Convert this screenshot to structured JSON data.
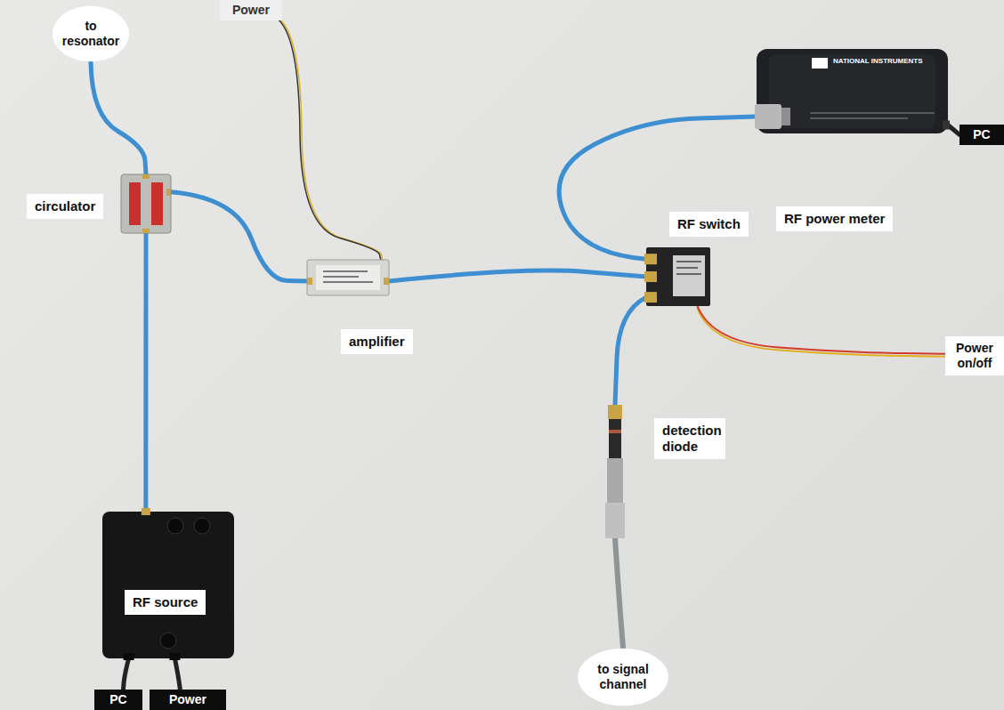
{
  "diagram": {
    "nodes": [
      {
        "text": [
          "to resonator"
        ]
      },
      {
        "text": [
          "Power"
        ]
      },
      {
        "text": [
          "circulator"
        ]
      },
      {
        "text": [
          "amplifier"
        ]
      },
      {
        "text": [
          "RF power meter"
        ]
      },
      {
        "text": [
          "PC"
        ]
      },
      {
        "text": [
          "RF switch"
        ]
      },
      {
        "text": [
          "Power on/off"
        ]
      },
      {
        "text": [
          "detection diode"
        ]
      },
      {
        "text": [
          "RF source"
        ]
      },
      {
        "text": [
          "to signal channel"
        ]
      },
      {
        "text": [
          "PC"
        ]
      },
      {
        "text": [
          "Power"
        ]
      }
    ],
    "edges": [
      {
        "from": 0,
        "to": 2,
        "arrow": "none"
      },
      {
        "from": 1,
        "to": 3,
        "arrow": "none"
      },
      {
        "from": 2,
        "to": 3,
        "arrow": "none"
      },
      {
        "from": 3,
        "to": 6,
        "arrow": "none"
      },
      {
        "from": 6,
        "to": 4,
        "arrow": "none"
      },
      {
        "from": 4,
        "to": 5,
        "arrow": "none"
      },
      {
        "from": 6,
        "to": 7,
        "arrow": "none"
      },
      {
        "from": 6,
        "to": 8,
        "arrow": "none"
      },
      {
        "from": 8,
        "to": 10,
        "arrow": "none"
      },
      {
        "from": 2,
        "to": 9,
        "arrow": "none"
      },
      {
        "from": 9,
        "to": 11,
        "arrow": "none"
      },
      {
        "from": 9,
        "to": 12,
        "arrow": "none"
      }
    ],
    "labels": [
      "NATIONAL INSTRUMENTS"
    ]
  }
}
